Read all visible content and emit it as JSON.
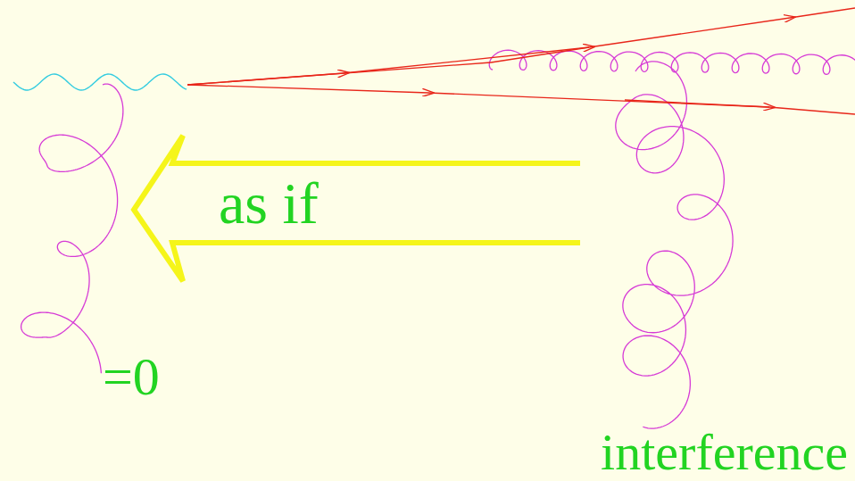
{
  "diagram": {
    "labels": [
      "as if",
      "=0",
      "interference"
    ]
  }
}
